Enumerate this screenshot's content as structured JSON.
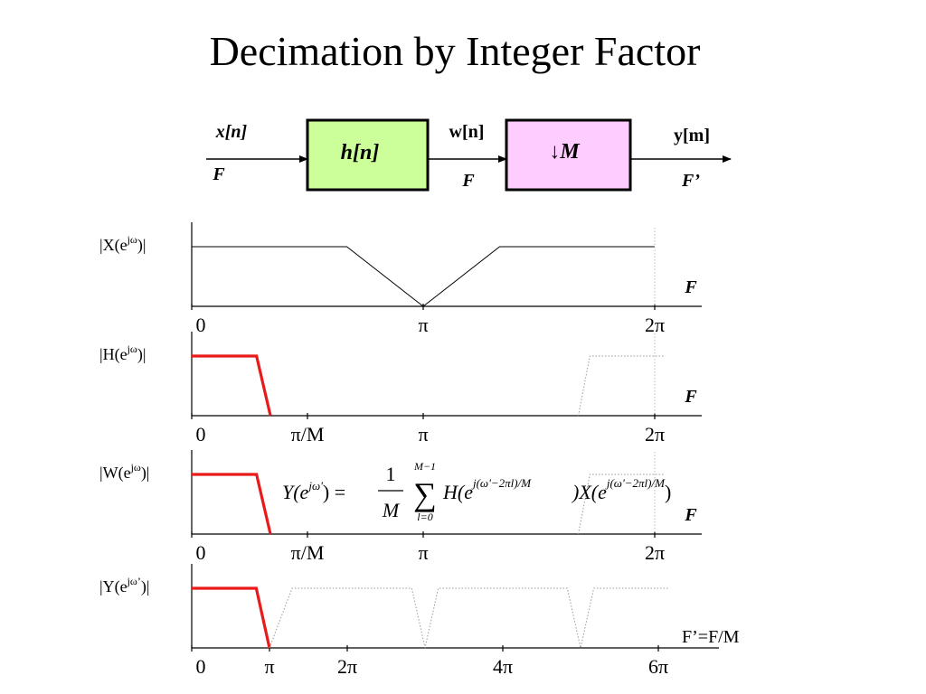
{
  "title": "Decimation by Integer Factor",
  "block_diagram": {
    "input_label": "x[n]",
    "input_rate": "F",
    "filter_label": "h[n]",
    "mid_label": "w[n]",
    "mid_rate": "F",
    "down_label": "↓M",
    "output_label": "y[m]",
    "output_rate": "F’",
    "colors": {
      "filter_fill": "#ccff99",
      "down_fill": "#ffccff"
    }
  },
  "spectra": [
    {
      "ylabel_base": "|X(e",
      "ylabel_sup": "jω",
      "ylabel_end": ")|",
      "rate": "F",
      "ticks": [
        {
          "x": 0,
          "label": "0"
        },
        {
          "x": 1,
          "label": "π"
        },
        {
          "x": 2,
          "label": "2π"
        }
      ]
    },
    {
      "ylabel_base": "|H(e",
      "ylabel_sup": "jω",
      "ylabel_end": ")|",
      "rate": "F",
      "ticks": [
        {
          "x": 0,
          "label": "0"
        },
        {
          "x": 0.5,
          "label": "π/M"
        },
        {
          "x": 1,
          "label": "π"
        },
        {
          "x": 2,
          "label": "2π"
        }
      ]
    },
    {
      "ylabel_base": "|W(e",
      "ylabel_sup": "jω",
      "ylabel_end": ")|",
      "rate": "F",
      "ticks": [
        {
          "x": 0,
          "label": "0"
        },
        {
          "x": 0.5,
          "label": "π/M"
        },
        {
          "x": 1,
          "label": "π"
        },
        {
          "x": 2,
          "label": "2π"
        }
      ]
    },
    {
      "ylabel_base": "|Y(e",
      "ylabel_sup": "jω’",
      "ylabel_end": ")|",
      "rate": "F’=F/M",
      "ticks": [
        {
          "x": 0,
          "label": "0"
        },
        {
          "x": 1,
          "label": "π"
        },
        {
          "x": 2,
          "label": "2π"
        },
        {
          "x": 4,
          "label": "4π"
        },
        {
          "x": 6,
          "label": "6π"
        }
      ]
    }
  ],
  "formula": {
    "lhs": "Y(e",
    "lhs_sup": "jω'",
    "lhs_close": ") =",
    "frac_num": "1",
    "frac_den": "M",
    "sum_upper": "M−1",
    "sum_lower": "l=0",
    "sum_symbol": "∑",
    "h_term": "H(e",
    "exp": "j(ω'−2πl)/M",
    "x_term": ")X(e",
    "close": ")"
  }
}
